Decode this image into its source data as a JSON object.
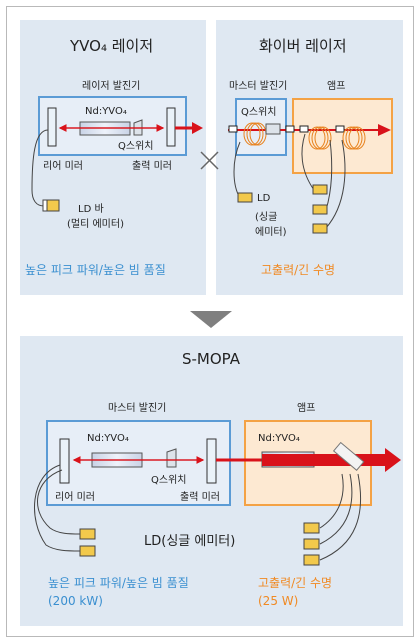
{
  "yvo4_panel": {
    "title": "YVO₄ 레이저",
    "oscillator_label": "레이저 발진기",
    "medium_label": "Nd:YVO₄",
    "qswitch_label": "Q스위치",
    "rear_mirror_label": "리어 미러",
    "output_mirror_label": "출력 미러",
    "ld_bar_label_1": "LD 바",
    "ld_bar_label_2": "(멀티 에미터)",
    "summary": "높은 피크 파워/높은 빔 품질"
  },
  "fiber_panel": {
    "title": "화이버 레이저",
    "oscillator_label": "마스터 발진기",
    "qswitch_label": "Q스위치",
    "amp_label": "앰프",
    "ld_label_1": "LD",
    "ld_label_2": "(싱글",
    "ld_label_3": "에미터)",
    "summary": "고출력/긴 수명"
  },
  "smopa_panel": {
    "title": "S-MOPA",
    "oscillator_label": "마스터 발진기",
    "amp_label": "앰프",
    "medium_label": "Nd:YVO₄",
    "amp_medium_label": "Nd:YVO₄",
    "qswitch_label": "Q스위치",
    "rear_mirror_label": "리어 미러",
    "output_mirror_label": "출력 미러",
    "ld_label": "LD(싱글 에미터)",
    "summary_left_1": "높은 피크 파워/높은 빔 품질",
    "summary_left_2": "(200 kW)",
    "summary_right_1": "고출력/긴 수명",
    "summary_right_2": "(25 W)"
  },
  "colors": {
    "panel_bg": "#dfe8f2",
    "box_blue": "#5b9bd5",
    "box_orange": "#f4a245",
    "beam": "#d9121a",
    "ld_yellow": "#f2c94c",
    "text_blue": "#3a8fd0",
    "text_orange": "#f08a24"
  }
}
